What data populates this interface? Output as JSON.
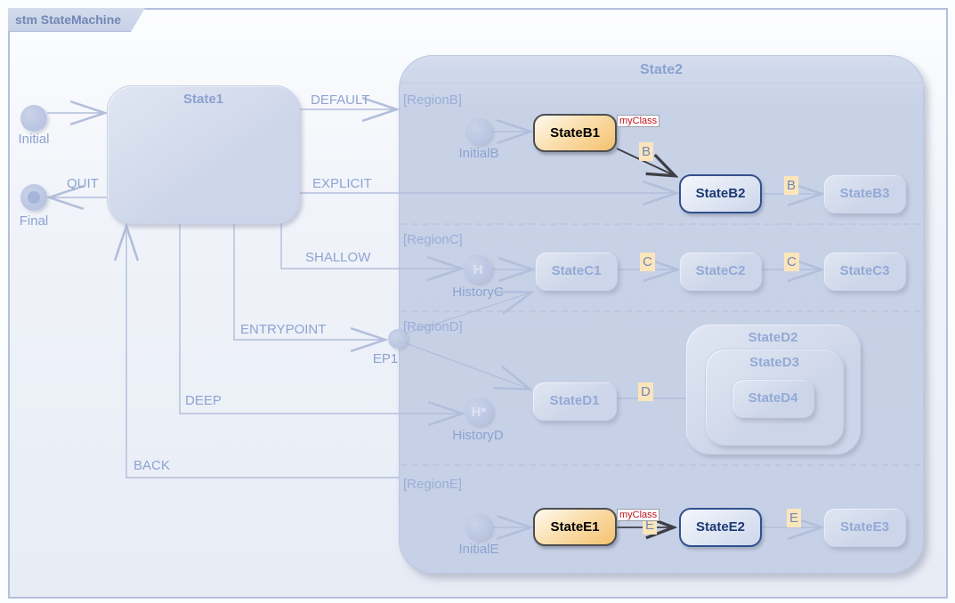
{
  "frame": {
    "title": "stm StateMachine"
  },
  "states": {
    "state1": "State1",
    "state2": "State2",
    "stateB1": "StateB1",
    "stateB2": "StateB2",
    "stateB3": "StateB3",
    "stateC1": "StateC1",
    "stateC2": "StateC2",
    "stateC3": "StateC3",
    "stateD1": "StateD1",
    "stateD2": "StateD2",
    "stateD3": "StateD3",
    "stateD4": "StateD4",
    "stateE1": "StateE1",
    "stateE2": "StateE2",
    "stateE3": "StateE3"
  },
  "pseudostates": {
    "initial": {
      "label": "Initial"
    },
    "final": {
      "label": "Final"
    },
    "initialB": {
      "label": "InitialB"
    },
    "historyC": {
      "label": "HistoryC",
      "glyph": "H"
    },
    "historyD": {
      "label": "HistoryD",
      "glyph": "H*"
    },
    "initialE": {
      "label": "InitialE"
    },
    "ep1": {
      "label": "EP1"
    }
  },
  "regions": {
    "b": "[RegionB]",
    "c": "[RegionC]",
    "d": "[RegionD]",
    "e": "[RegionE]"
  },
  "transitions": {
    "default": "DEFAULT",
    "explicit": "EXPLICIT",
    "quit": "QUIT",
    "shallow": "SHALLOW",
    "entrypoint": "ENTRYPOINT",
    "deep": "DEEP",
    "back": "BACK"
  },
  "triggers": {
    "b_diag": "B",
    "b_row": "B",
    "c_1": "C",
    "c_2": "C",
    "d_1": "D",
    "e_hidden": "E",
    "e_row": "E"
  },
  "stereotypes": {
    "myclass_b": "myClass",
    "myclass_e": "myClass"
  },
  "colors": {
    "highlight_orange": "#f5c170",
    "highlight_navy_border": "#32508e",
    "stereotype_red": "#c2121c",
    "trigger_chip_bg": "#fbe5bb",
    "faded_fill": "#ccd5e9",
    "faded_text": "#93a9d6",
    "line_faint": "#b2bedb",
    "line_dark": "#3e3e46"
  }
}
